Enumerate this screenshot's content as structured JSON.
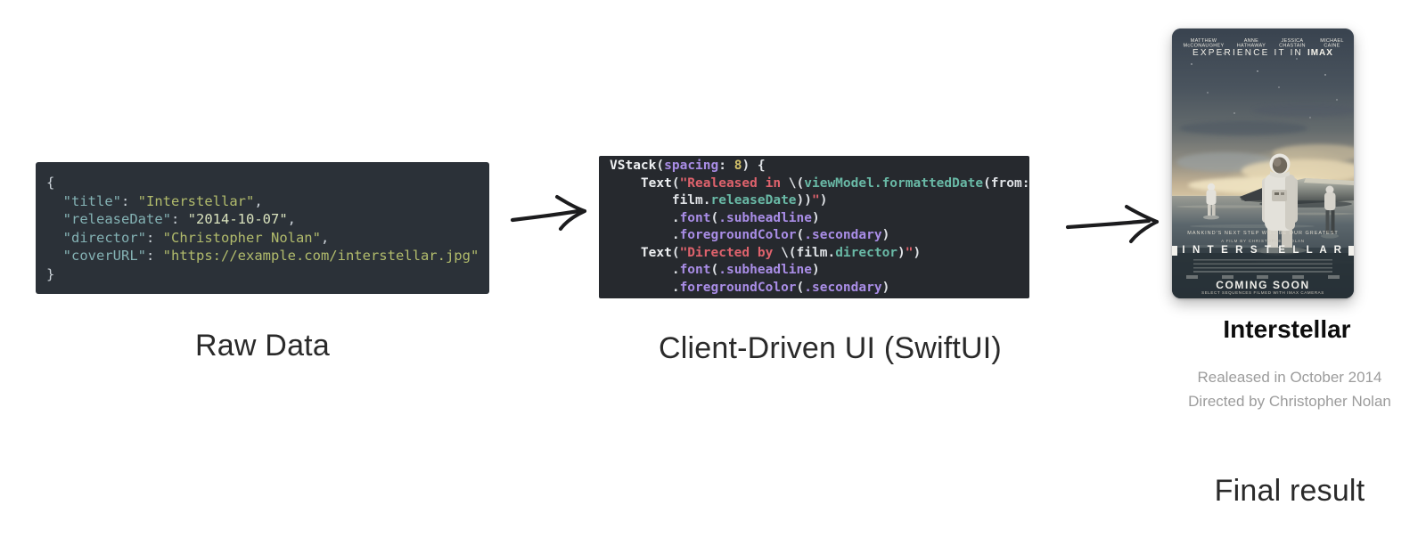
{
  "labels": {
    "raw_data": "Raw Data",
    "client_driven": "Client-Driven UI (SwiftUI)",
    "final_result": "Final result"
  },
  "json_snippet": {
    "lines": [
      [
        [
          "p",
          "{"
        ]
      ],
      [
        [
          "p",
          "  "
        ],
        [
          "k",
          "\"title\""
        ],
        [
          "p",
          ": "
        ],
        [
          "s",
          "\"Interstellar\""
        ],
        [
          "p",
          ","
        ]
      ],
      [
        [
          "p",
          "  "
        ],
        [
          "k",
          "\"releaseDate\""
        ],
        [
          "p",
          ": "
        ],
        [
          "d",
          "\"2014-10-07\""
        ],
        [
          "p",
          ","
        ]
      ],
      [
        [
          "p",
          "  "
        ],
        [
          "k",
          "\"director\""
        ],
        [
          "p",
          ": "
        ],
        [
          "s",
          "\"Christopher Nolan\""
        ],
        [
          "p",
          ","
        ]
      ],
      [
        [
          "p",
          "  "
        ],
        [
          "k",
          "\"coverURL\""
        ],
        [
          "p",
          ": "
        ],
        [
          "s",
          "\"https://example.com/interstellar.jpg\""
        ]
      ],
      [
        [
          "p",
          "}"
        ]
      ]
    ]
  },
  "swift_snippet": {
    "lines": [
      [
        [
          "wb",
          "VStack"
        ],
        [
          "w",
          "("
        ],
        [
          "pu",
          "spacing"
        ],
        [
          "w",
          ": "
        ],
        [
          "ye",
          "8"
        ],
        [
          "w",
          ") {"
        ]
      ],
      [
        [
          "w",
          "    "
        ],
        [
          "wb",
          "Text"
        ],
        [
          "w",
          "("
        ],
        [
          "re",
          "\"Realeased in "
        ],
        [
          "w",
          "\\("
        ],
        [
          "te",
          "viewModel.formattedDate"
        ],
        [
          "w",
          "(from:"
        ]
      ],
      [
        [
          "w",
          "        film."
        ],
        [
          "te",
          "releaseDate"
        ],
        [
          "w",
          "))"
        ],
        [
          "re",
          "\""
        ],
        [
          "w",
          ")"
        ]
      ],
      [
        [
          "w",
          "        ."
        ],
        [
          "pu",
          "font"
        ],
        [
          "w",
          "("
        ],
        [
          "pu",
          ".subheadline"
        ],
        [
          "w",
          ")"
        ]
      ],
      [
        [
          "w",
          "        ."
        ],
        [
          "pu",
          "foregroundColor"
        ],
        [
          "w",
          "("
        ],
        [
          "pu",
          ".secondary"
        ],
        [
          "w",
          ")"
        ]
      ],
      [
        [
          "w",
          "    "
        ],
        [
          "wb",
          "Text"
        ],
        [
          "w",
          "("
        ],
        [
          "re",
          "\"Directed by "
        ],
        [
          "w",
          "\\("
        ],
        [
          "w",
          "film."
        ],
        [
          "te",
          "director"
        ],
        [
          "w",
          ")"
        ],
        [
          "re",
          "\""
        ],
        [
          "w",
          ")"
        ]
      ],
      [
        [
          "w",
          "        ."
        ],
        [
          "pu",
          "font"
        ],
        [
          "w",
          "("
        ],
        [
          "pu",
          ".subheadline"
        ],
        [
          "w",
          ")"
        ]
      ],
      [
        [
          "w",
          "        ."
        ],
        [
          "pu",
          "foregroundColor"
        ],
        [
          "w",
          "("
        ],
        [
          "pu",
          ".secondary"
        ],
        [
          "w",
          ")"
        ]
      ],
      [
        [
          "w",
          "}"
        ]
      ]
    ]
  },
  "result_card": {
    "title": "Interstellar",
    "release_line": "Realeased in October 2014",
    "director_line": "Directed by Christopher Nolan"
  },
  "poster": {
    "cast": [
      "MATTHEW McCONAUGHEY",
      "ANNE HATHAWAY",
      "JESSICA CHASTAIN",
      "MICHAEL CAINE"
    ],
    "experience_prefix": "EXPERIENCE IT IN ",
    "imax": "IMAX",
    "tagline": "MANKIND'S NEXT STEP WILL BE OUR GREATEST",
    "film_by": "A FILM BY CHRISTOPHER NOLAN",
    "title": "I N T E R S T E L L A R",
    "coming_soon": "COMING SOON",
    "imax_note": "SELECT SEQUENCES FILMED WITH IMAX CAMERAS"
  },
  "colors": {
    "json_bg": "#2b3138",
    "swift_bg": "#26292e",
    "json_key": "#84b2b4",
    "json_string": "#b2bc6c",
    "swift_purple": "#a98de6",
    "swift_teal": "#69b9a6",
    "swift_red": "#de626c",
    "swift_yellow": "#d3c169",
    "caption_text": "#2a2a2a",
    "subtitle_gray": "#9c9c9c"
  }
}
